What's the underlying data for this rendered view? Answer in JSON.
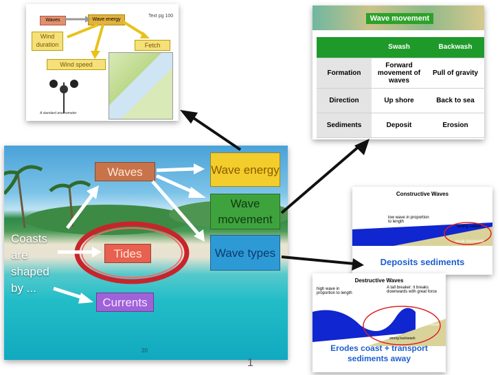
{
  "main_slide": {
    "coasts_text": "Coasts are shaped by ...",
    "waves": "Waves",
    "tides": "Tides",
    "currents": "Currents",
    "wave_energy": "Wave energy",
    "wave_movement": "Wave movement",
    "wave_types": "Wave types",
    "page_number": "20",
    "footer_mark": "1"
  },
  "wave_energy_slide": {
    "waves": "Waves",
    "wave_energy": "Wave energy",
    "wind_duration": "Wind duration",
    "fetch": "Fetch",
    "wind_speed": "Wind speed",
    "text_ref": "Text pg 100",
    "anemometer_caption": "A standard anemometer"
  },
  "wave_movement_slide": {
    "title": "Wave movement",
    "headers": [
      "",
      "Swash",
      "Backwash"
    ],
    "rows": [
      [
        "Formation",
        "Forward movement of waves",
        "Pull of gravity"
      ],
      [
        "Direction",
        "Up shore",
        "Back to sea"
      ],
      [
        "Sediments",
        "Deposit",
        "Erosion"
      ]
    ]
  },
  "constructive_slide": {
    "title": "Constructive Waves",
    "note_low": "low wave in proportion to length",
    "strong_swash": "strong swash",
    "weak_backwash": "weak backwash",
    "caption": "Deposits sediments"
  },
  "destructive_slide": {
    "title": "Destructive Waves",
    "note_high": "high wave in proportion to length",
    "note_tall": "A tall breaker: it breaks downwards with great force",
    "strong_backwash": "strong backwash",
    "weak_swash": "weak swash",
    "caption": "Erodes coast + transport sediments away"
  },
  "colors": {
    "orange": "#c9734a",
    "red_box": "#e8604f",
    "purple": "#a062d8",
    "yellow": "#f2cd2b",
    "green": "#3fa33d",
    "blue_box": "#2d9ad6",
    "table_green": "#1e9a2a",
    "arrow": "#111111"
  }
}
